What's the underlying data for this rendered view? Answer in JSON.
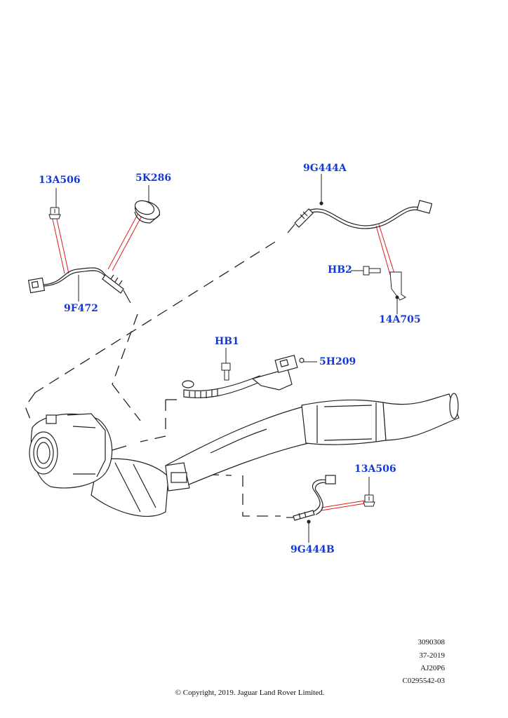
{
  "callouts": {
    "c13a506_top": "13A506",
    "c5k286": "5K286",
    "c9f472": "9F472",
    "c9g444a": "9G444A",
    "hb2": "HB2",
    "c14a705": "14A705",
    "hb1": "HB1",
    "c5h209": "5H209",
    "c13a506_bottom": "13A506",
    "c9g444b": "9G444B"
  },
  "footer": {
    "ref1": "3090308",
    "ref2": "37-2019",
    "ref3": "AJ20P6",
    "ref4": "C0295542-03",
    "copyright": "© Copyright, 2019. Jaguar Land Rover Limited."
  },
  "colors": {
    "callout_text": "#1438d6",
    "leader_line": "#e21b1b",
    "line_art": "#222222"
  }
}
